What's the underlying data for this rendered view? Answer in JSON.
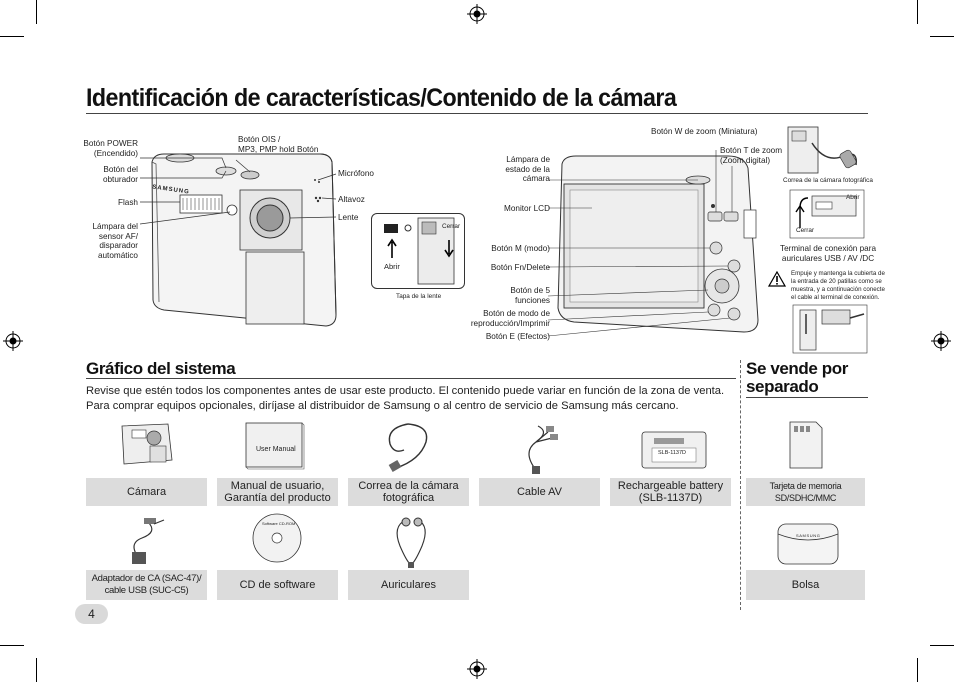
{
  "page": {
    "title": "Identificación de características/Contenido de la cámara",
    "number": "4"
  },
  "front_labels": {
    "power": "Botón POWER\n(Encendido)",
    "ois": "Botón OIS /\nMP3, PMP hold Botón",
    "shutter": "Botón del\nobturador",
    "microphone": "Micrófono",
    "speaker": "Altavoz",
    "flash": "Flash",
    "lens": "Lente",
    "af_lamp": "Lámpara del\nsensor AF/\ndisparador\nautomático",
    "lens_cover": "Tapa de la lente",
    "open": "Abrir",
    "close": "Cerrar",
    "brand": "SAMSUNG"
  },
  "back_labels": {
    "zoom_w": "Botón W de zoom (Miniatura)",
    "zoom_t": "Botón T de zoom\n(Zoom digital)",
    "status_lamp": "Lámpara de\nestado de la\ncámara",
    "lcd": "Monitor LCD",
    "mode": "Botón M (modo)",
    "fn_delete": "Botón Fn/Delete",
    "five_func": "Botón de 5\nfunciones",
    "playback": "Botón de modo de\nreproducción/Imprimir",
    "effects": "Botón E (Efectos)",
    "strap": "Correa de la cámara fotográfica",
    "terminal": "Terminal de conexión para\nauriculares USB / AV /DC",
    "warning": "Empuje y mantenga la cubierta de\nla entrada de 20 patillas como se\nmuestra, y a continuación conecte\nel cable al terminal de conexión.",
    "open": "Abrir",
    "close": "Cerrar"
  },
  "system": {
    "heading": "Gráfico del sistema",
    "description": "Revise que estén todos los componentes antes de usar este producto. El contenido puede variar en función de la zona de venta. Para comprar equipos opcionales, diríjase al distribuidor de Samsung o al centro de servicio de Samsung más cercano.",
    "items": [
      "Cámara",
      "Manual de usuario,\nGarantía del producto",
      "Correa de la cámara\nfotográfica",
      "Cable AV",
      "Rechargeable battery\n(SLB-1137D)",
      "Adaptador de CA (SAC-47)/\ncable USB (SUC-C5)",
      "CD de software",
      "Auriculares"
    ],
    "manual_text": "User Manual",
    "battery_text": "SLB-1137D",
    "cd_text": "Software CD-ROM"
  },
  "separate": {
    "heading": "Se vende por\nseparado",
    "items": [
      "Tarjeta de memoria\nSD/SDHC/MMC",
      "Bolsa"
    ],
    "bag_brand": "SAMSUNG"
  }
}
